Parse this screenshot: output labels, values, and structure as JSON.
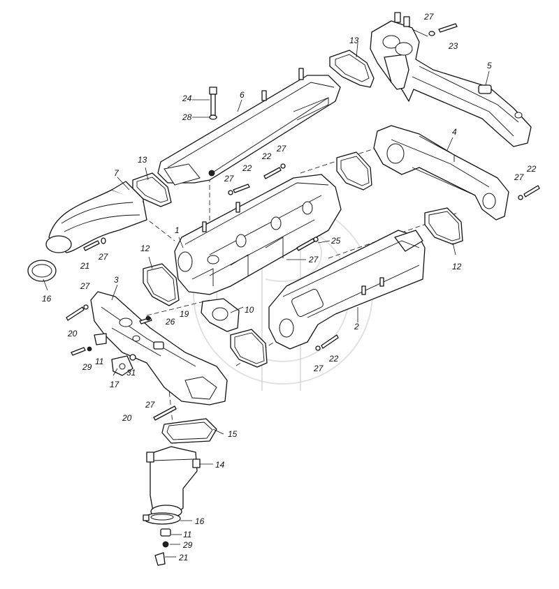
{
  "callouts": {
    "c1": "1",
    "c2": "2",
    "c3": "3",
    "c4": "4",
    "c5": "5",
    "c6": "6",
    "c7": "7",
    "c10": "10",
    "c11a": "11",
    "c11b": "11",
    "c12a": "12",
    "c12b": "12",
    "c13a": "13",
    "c13b": "13",
    "c14": "14",
    "c15": "15",
    "c16a": "16",
    "c16b": "16",
    "c17": "17",
    "c19": "19",
    "c20a": "20",
    "c20b": "20",
    "c21a": "21",
    "c21b": "21",
    "c22a": "22",
    "c22b": "22",
    "c22c": "22",
    "c23": "23",
    "c24": "24",
    "c25": "25",
    "c26": "26",
    "c27a": "27",
    "c27b": "27",
    "c27c": "27",
    "c27d": "27",
    "c27e": "27",
    "c27f": "27",
    "c27g": "27",
    "c27h": "27",
    "c27i": "27",
    "c28": "28",
    "c29a": "29",
    "c29b": "29",
    "c31": "31"
  }
}
